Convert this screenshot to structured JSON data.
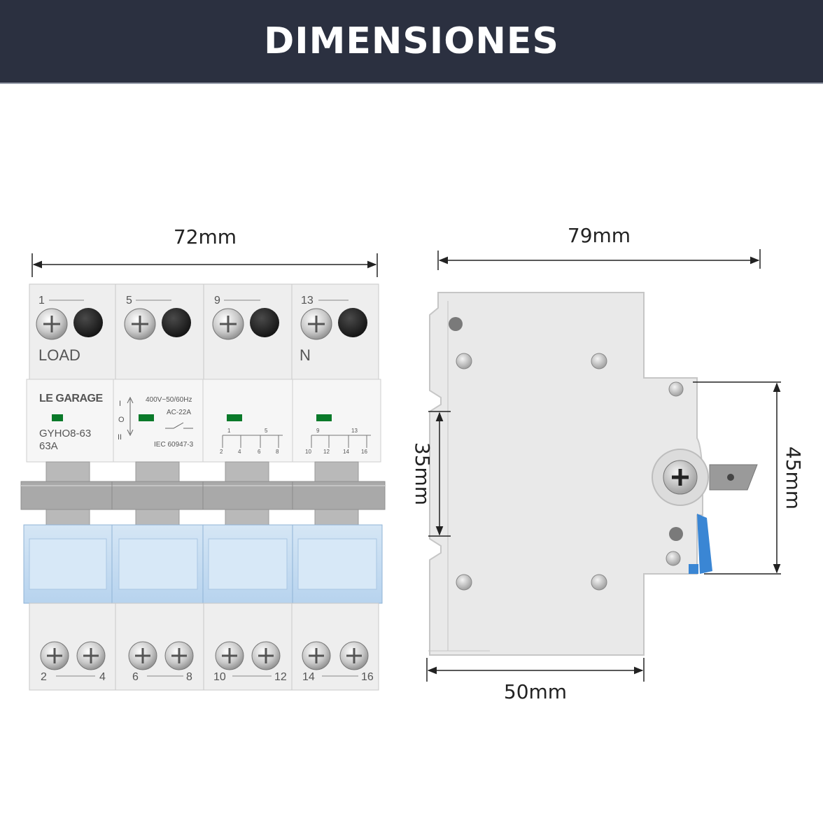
{
  "header": {
    "title": "DIMENSIONES"
  },
  "dimensions": {
    "front_width": "72mm",
    "side_depth": "79mm",
    "side_body_height": "35mm",
    "side_rail_height": "45mm",
    "side_base": "50mm"
  },
  "front_labels": {
    "top_numbers": [
      "1",
      "5",
      "9",
      "13"
    ],
    "load": "LOAD",
    "neutral": "N",
    "brand": "LE GARAGE",
    "model": "GYHO8-63",
    "rating": "63A",
    "voltage": "400V~50/60Hz",
    "category": "AC-22A",
    "standard": "IEC 60947-3",
    "pos_1": "I",
    "pos_0": "O",
    "pos_2": "II",
    "schematic_top": [
      "1",
      "5",
      "9",
      "13"
    ],
    "schematic_bottom": [
      "2",
      "4",
      "6",
      "8",
      "10",
      "12",
      "14",
      "16"
    ],
    "bottom_left": [
      "2",
      "6",
      "10",
      "14"
    ],
    "bottom_right": [
      "4",
      "8",
      "12",
      "16"
    ]
  },
  "colors": {
    "header_bg": "#2b3040",
    "body_light": "#ececec",
    "handle_gray": "#a9a9a9",
    "window_blue": "#c4dcf0",
    "indicator_green": "#0a7a2a",
    "side_clip_blue": "#3a86d4"
  }
}
